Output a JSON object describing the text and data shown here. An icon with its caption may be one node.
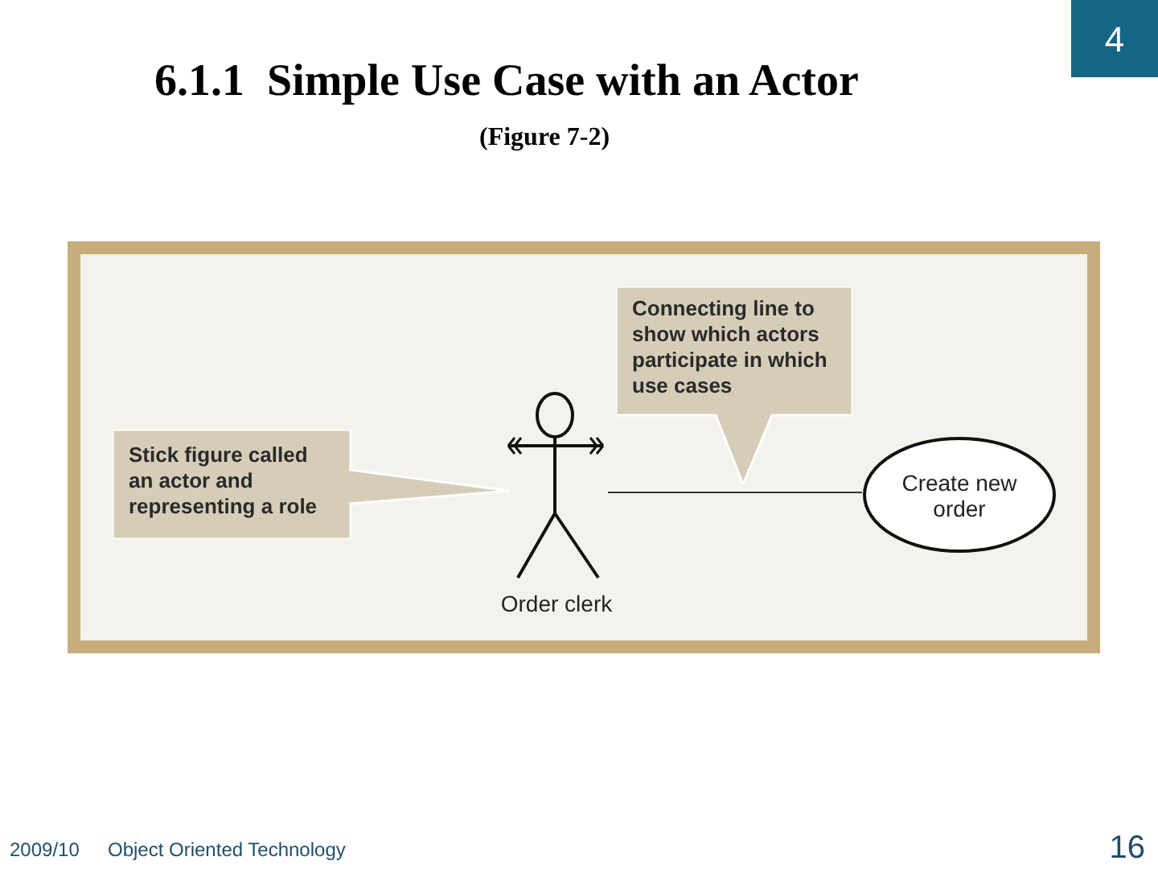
{
  "diagram": {
    "title": "6.1.1  Simple Use Case with an Actor",
    "caption": "(Figure 7-2)",
    "nodes": [
      {
        "text": [
          "Stick figure called an actor and representing a role"
        ]
      },
      {
        "text": [
          "Connecting line to show which actors participate in which use cases"
        ]
      },
      {
        "text": [],
        "shape": "person",
        "beside": [
          "Order clerk"
        ]
      },
      {
        "text": [
          "Create new order"
        ]
      }
    ],
    "edges": [
      {
        "from": 2,
        "to": 3,
        "arrow": "none"
      }
    ],
    "labels": [
      "4",
      "2009/10",
      "Object Oriented Technology",
      "16"
    ]
  }
}
